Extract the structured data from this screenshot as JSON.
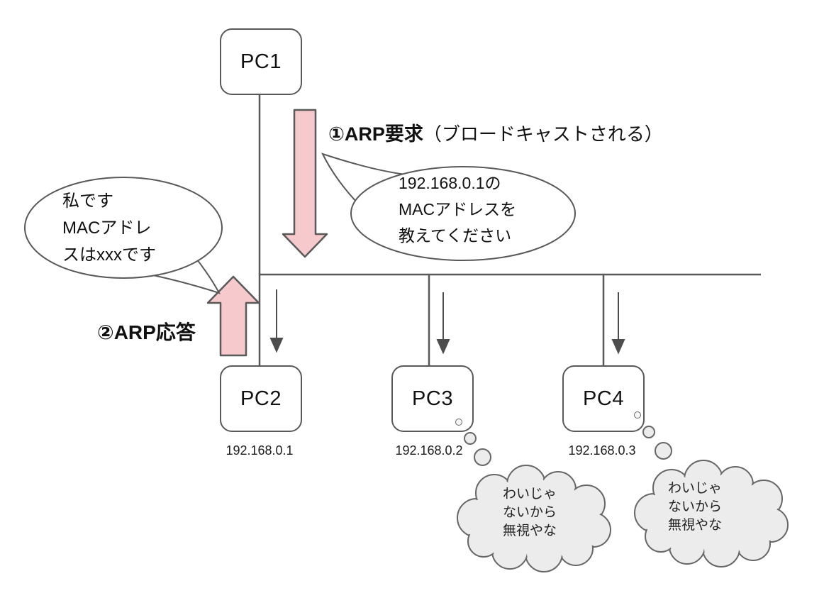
{
  "diagram": {
    "title_none": "",
    "nodes": [
      {
        "id": "pc1",
        "label": "PC1",
        "ip": ""
      },
      {
        "id": "pc2",
        "label": "PC2",
        "ip": "192.168.0.1"
      },
      {
        "id": "pc3",
        "label": "PC3",
        "ip": "192.168.0.2"
      },
      {
        "id": "pc4",
        "label": "PC4",
        "ip": "192.168.0.3"
      }
    ],
    "labels": {
      "arp_request_bold": "①ARP要求",
      "arp_request_rest": "（ブロードキャストされる）",
      "arp_reply": "②ARP応答"
    },
    "bubbles": {
      "request": {
        "text": "192.168.0.1の\nMACアドレスを\n教えてください"
      },
      "reply": {
        "text": "私です\nMACアドレ\nスはxxxです"
      }
    },
    "thoughts": {
      "pc3": {
        "text": "わいじゃ\nないから\n無視やな"
      },
      "pc4": {
        "text": "わいじゃ\nないから\n無視やな"
      }
    },
    "colors": {
      "arrow_pink": "#f6c9cd",
      "stroke_gray": "#595959",
      "thin_arrow": "#4d4d4d",
      "cloud_fill": "#ececec",
      "background": "#ffffff"
    }
  }
}
